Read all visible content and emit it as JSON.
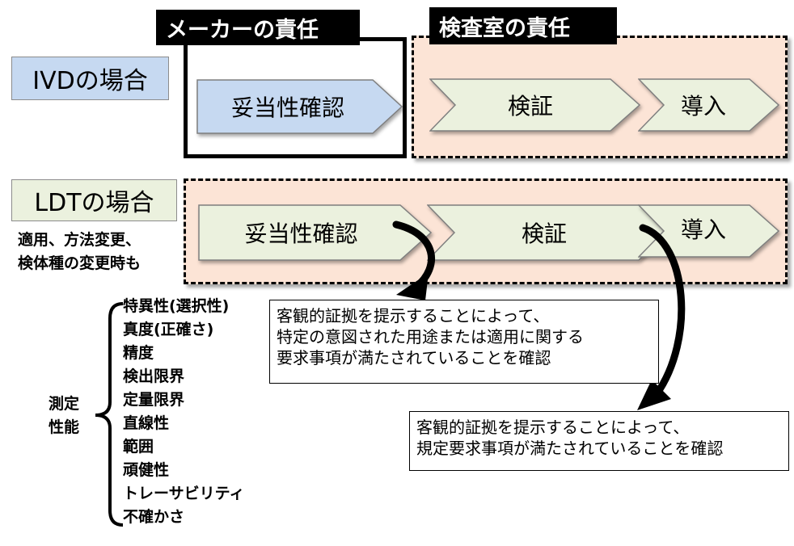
{
  "responsibility": {
    "maker": "メーカーの責任",
    "lab": "検査室の責任"
  },
  "ivd": {
    "label": "IVDの場合",
    "steps": [
      "妥当性確認",
      "検証",
      "導入"
    ]
  },
  "ldt": {
    "label": "LDTの場合",
    "note_lines": [
      "適用、方法変更、",
      "検体種の変更時も"
    ],
    "steps": [
      "妥当性確認",
      "検証",
      "導入"
    ]
  },
  "callouts": {
    "validation": [
      "客観的証拠を提示することによって、",
      "特定の意図された用途または適用に関する",
      "要求事項が満たされていることを確認"
    ],
    "verification": [
      "客観的証拠を提示することによって、",
      "規定要求事項が満たされていることを確認"
    ]
  },
  "performance": {
    "label_lines": [
      "測定",
      "性能"
    ],
    "items": [
      "特異性(選択性)",
      "真度(正確さ)",
      "精度",
      "検出限界",
      "定量限界",
      "直線性",
      "範囲",
      "頑健性",
      "トレーサビリティ",
      "不確かさ"
    ]
  },
  "colors": {
    "ivd_label_bg": "#c6d9f1",
    "ldt_label_bg": "#ebf1de",
    "validation_arrow": "#c6d9f1",
    "step_arrow": "#ebf1de",
    "lab_area": "#fce4d6"
  }
}
